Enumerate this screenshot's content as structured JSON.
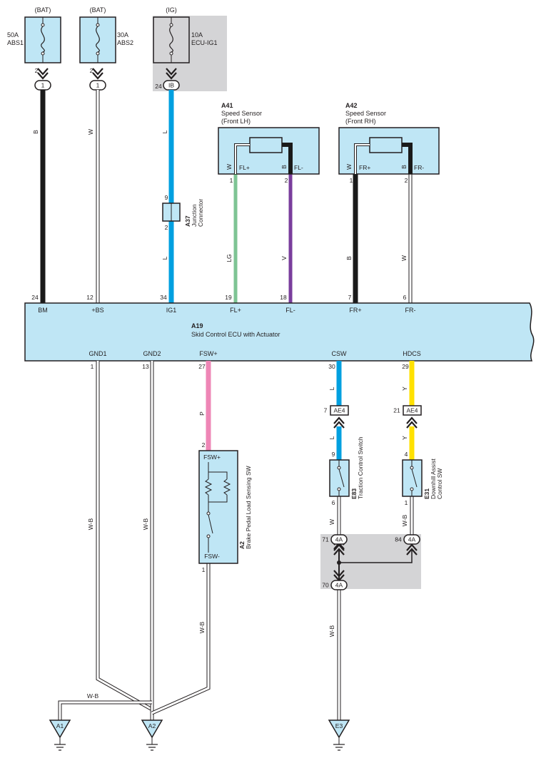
{
  "colors": {
    "box_fill": "#bfe6f5",
    "shade": "#d4d4d6",
    "L": "#00a0e0",
    "B": "#1a1a1a",
    "W": "#ffffff",
    "LG": "#7ec494",
    "V": "#7a3e9c",
    "P": "#ee86b6",
    "Y": "#ffe100",
    "WB": "#ffffff"
  },
  "fuses": {
    "abs1": {
      "supply": "(BAT)",
      "rating": "50A",
      "name": "ABS1",
      "pin": "2",
      "conn": "1"
    },
    "abs2": {
      "supply": "(BAT)",
      "rating": "30A",
      "name": "ABS2",
      "pin": "2",
      "conn": "1"
    },
    "ecu_ig1": {
      "supply": "(IG)",
      "rating": "10A",
      "name": "ECU-IG1",
      "pin": "24",
      "conn": "IB"
    }
  },
  "wire_labels": {
    "bm": "B",
    "bs": "W",
    "ig1_top": "L",
    "ig1_bot": "L",
    "flp": "LG",
    "flm": "V",
    "frp": "B",
    "frm": "W",
    "fsw": "P",
    "csw_top": "L",
    "csw_mid": "L",
    "csw_bot": "W",
    "hdcs_top": "Y",
    "hdcs_mid": "Y",
    "hdcs_bot": "W-B",
    "gnd1": "W-B",
    "gnd2": "W-B",
    "fsw_bot": "W-B",
    "a1_link": "W-B",
    "e3": "W-B"
  },
  "a41": {
    "code": "A41",
    "name": "Speed Sensor",
    "side": "(Front LH)",
    "pin_plus": "FL+",
    "pin_minus": "FL-",
    "wire_plus": "W",
    "wire_minus": "B",
    "num_plus": "1",
    "num_minus": "2"
  },
  "a42": {
    "code": "A42",
    "name": "Speed Sensor",
    "side": "(Front RH)",
    "pin_plus": "FR+",
    "pin_minus": "FR-",
    "wire_plus": "W",
    "wire_minus": "B",
    "num_plus": "1",
    "num_minus": "2"
  },
  "a37": {
    "code": "A37",
    "name1": "Junction",
    "name2": "Connector",
    "pin_top": "9",
    "pin_bot": "2"
  },
  "ecu": {
    "code": "A19",
    "name": "Skid Control ECU with Actuator",
    "top_pins": [
      {
        "num": "24",
        "name": "BM"
      },
      {
        "num": "12",
        "name": "+BS"
      },
      {
        "num": "34",
        "name": "IG1"
      },
      {
        "num": "19",
        "name": "FL+"
      },
      {
        "num": "18",
        "name": "FL-"
      },
      {
        "num": "7",
        "name": "FR+"
      },
      {
        "num": "6",
        "name": "FR-"
      }
    ],
    "bottom_pins": [
      {
        "num": "1",
        "name": "GND1"
      },
      {
        "num": "13",
        "name": "GND2"
      },
      {
        "num": "27",
        "name": "FSW+"
      },
      {
        "num": "30",
        "name": "CSW"
      },
      {
        "num": "29",
        "name": "HDCS"
      }
    ]
  },
  "a2": {
    "code": "A2",
    "name": "Brake Pedal Load Sensing SW",
    "pin_top_name": "FSW+",
    "pin_bot_name": "FSW-",
    "pin_top": "2",
    "pin_bot": "1"
  },
  "ae4_csw": {
    "num": "7",
    "conn": "AE4"
  },
  "ae4_hdcs": {
    "num": "21",
    "conn": "AE4"
  },
  "e83": {
    "code": "E83",
    "name": "Traction Control Switch",
    "pin_top": "9",
    "pin_bot": "6"
  },
  "e31": {
    "code": "E31",
    "name1": "Downhill Assist",
    "name2": "Control SW",
    "pin_top": "4",
    "pin_bot": "1"
  },
  "j4a": {
    "left_num": "71",
    "right_num": "84",
    "bottom_num": "70",
    "conn": "4A"
  },
  "grounds": {
    "a1": "A1",
    "a2": "A2",
    "e3": "E3"
  }
}
